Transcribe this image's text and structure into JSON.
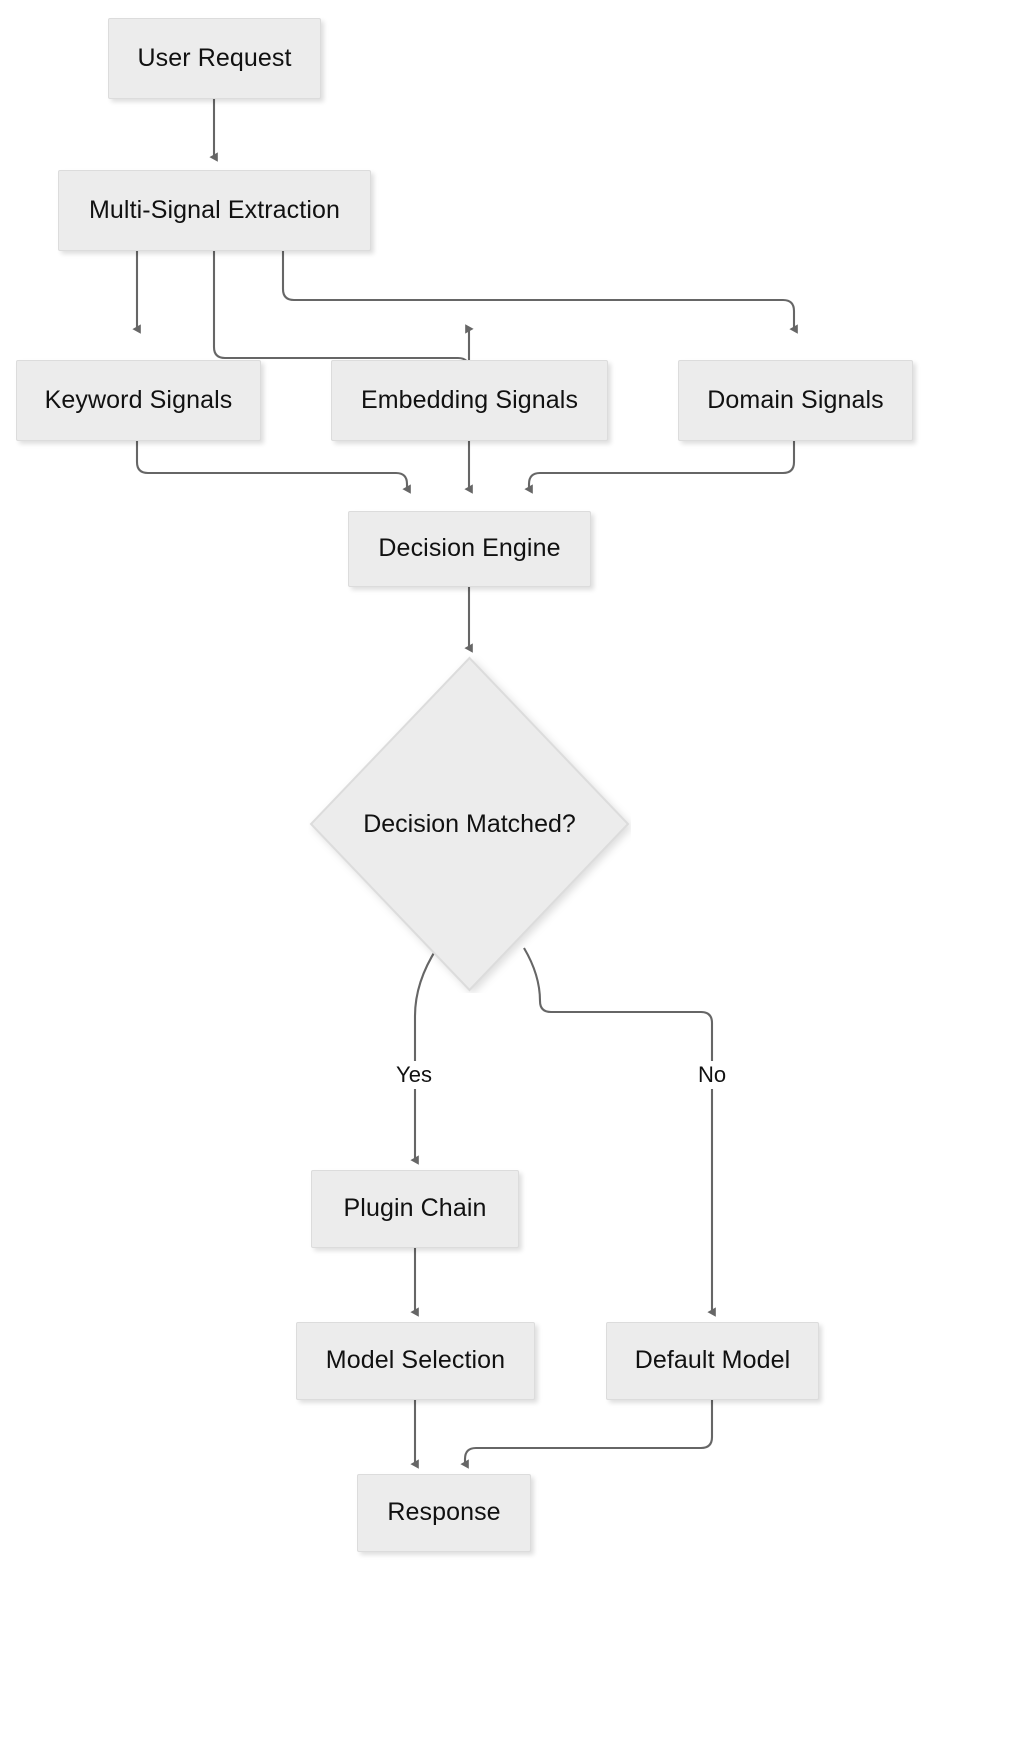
{
  "diagram": {
    "type": "flowchart",
    "direction": "top-to-bottom",
    "title": "",
    "colors": {
      "node_fill": "#ececec",
      "node_border": "#dcdcdc",
      "node_text": "#111111",
      "edge_stroke": "#666666",
      "arrow_fill": "#666666",
      "background": "#ffffff"
    },
    "nodes": [
      {
        "id": "user_request",
        "label": "User Request",
        "shape": "rect"
      },
      {
        "id": "multi_signal",
        "label": "Multi-Signal Extraction",
        "shape": "rect"
      },
      {
        "id": "keyword_signals",
        "label": "Keyword Signals",
        "shape": "rect"
      },
      {
        "id": "embedding_signals",
        "label": "Embedding Signals",
        "shape": "rect"
      },
      {
        "id": "domain_signals",
        "label": "Domain Signals",
        "shape": "rect"
      },
      {
        "id": "decision_engine",
        "label": "Decision Engine",
        "shape": "rect"
      },
      {
        "id": "decision_matched",
        "label": "Decision Matched?",
        "shape": "diamond"
      },
      {
        "id": "plugin_chain",
        "label": "Plugin Chain",
        "shape": "rect"
      },
      {
        "id": "model_selection",
        "label": "Model Selection",
        "shape": "rect"
      },
      {
        "id": "default_model",
        "label": "Default Model",
        "shape": "rect"
      },
      {
        "id": "response",
        "label": "Response",
        "shape": "rect"
      }
    ],
    "edges": [
      {
        "from": "user_request",
        "to": "multi_signal",
        "label": ""
      },
      {
        "from": "multi_signal",
        "to": "keyword_signals",
        "label": ""
      },
      {
        "from": "multi_signal",
        "to": "embedding_signals",
        "label": ""
      },
      {
        "from": "multi_signal",
        "to": "domain_signals",
        "label": ""
      },
      {
        "from": "keyword_signals",
        "to": "decision_engine",
        "label": ""
      },
      {
        "from": "embedding_signals",
        "to": "decision_engine",
        "label": ""
      },
      {
        "from": "domain_signals",
        "to": "decision_engine",
        "label": ""
      },
      {
        "from": "decision_engine",
        "to": "decision_matched",
        "label": ""
      },
      {
        "from": "decision_matched",
        "to": "plugin_chain",
        "label": "Yes"
      },
      {
        "from": "decision_matched",
        "to": "default_model",
        "label": "No"
      },
      {
        "from": "plugin_chain",
        "to": "model_selection",
        "label": ""
      },
      {
        "from": "model_selection",
        "to": "response",
        "label": ""
      },
      {
        "from": "default_model",
        "to": "response",
        "label": ""
      }
    ],
    "edge_labels": {
      "yes": "Yes",
      "no": "No"
    }
  }
}
